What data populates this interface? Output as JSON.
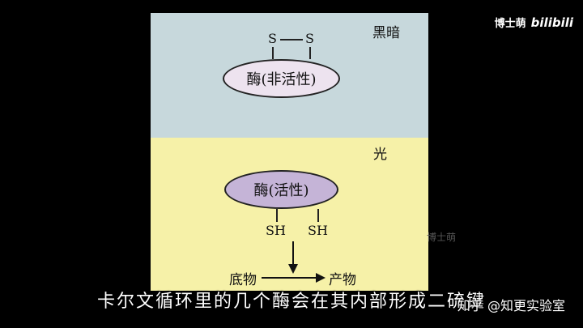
{
  "diagram": {
    "dark_label": "黑暗",
    "light_label": "光",
    "inactive_enzyme": "酶(非活性)",
    "active_enzyme": "酶(活性)",
    "sulfur_left": "S",
    "sulfur_right": "S",
    "sh_left": "SH",
    "sh_right": "SH",
    "substrate": "底物",
    "product": "产物"
  },
  "overlay": {
    "channel_name": "博士萌",
    "brand": "bilibili",
    "subtitle": "卡尔文循环里的几个酶会在其内部形成二硫键",
    "watermark": "知乎 @知更实验室",
    "faint_mark": "博士萌"
  },
  "colors": {
    "dark_panel": "#c7d8dc",
    "light_panel": "#f6f1a8",
    "inactive_enzyme_fill": "#ede3ef",
    "active_enzyme_fill": "#c5b4d7"
  }
}
